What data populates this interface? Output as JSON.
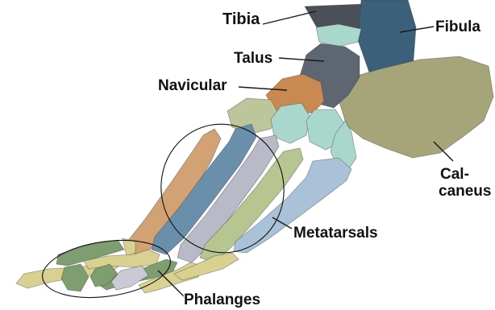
{
  "labels": {
    "tibia": "Tibia",
    "fibula": "Fibula",
    "talus": "Talus",
    "navicular": "Navicular",
    "calcaneus_line1": "Cal-",
    "calcaneus_line2": "caneus",
    "metatarsals": "Metatarsals",
    "phalanges": "Phalanges"
  },
  "bone_colors": {
    "tibia": "#4b4f57",
    "fibula": "#3c5f7a",
    "talus": "#5e6672",
    "navicular": "#c88a50",
    "calcaneus": "#a6a57a",
    "cuneiform_green": "#bcc69a",
    "cuneiform_teal": "#a9d7cc",
    "metatarsal_blue": "#6a8fab",
    "metatarsal_tan": "#d2a274",
    "metatarsal_silver": "#b9bac8",
    "metatarsal_green": "#b7c591",
    "metatarsal_lightblue": "#a9c2d7",
    "phalanx_yellow": "#d8d18f",
    "phalanx_green": "#7f9e6f"
  }
}
